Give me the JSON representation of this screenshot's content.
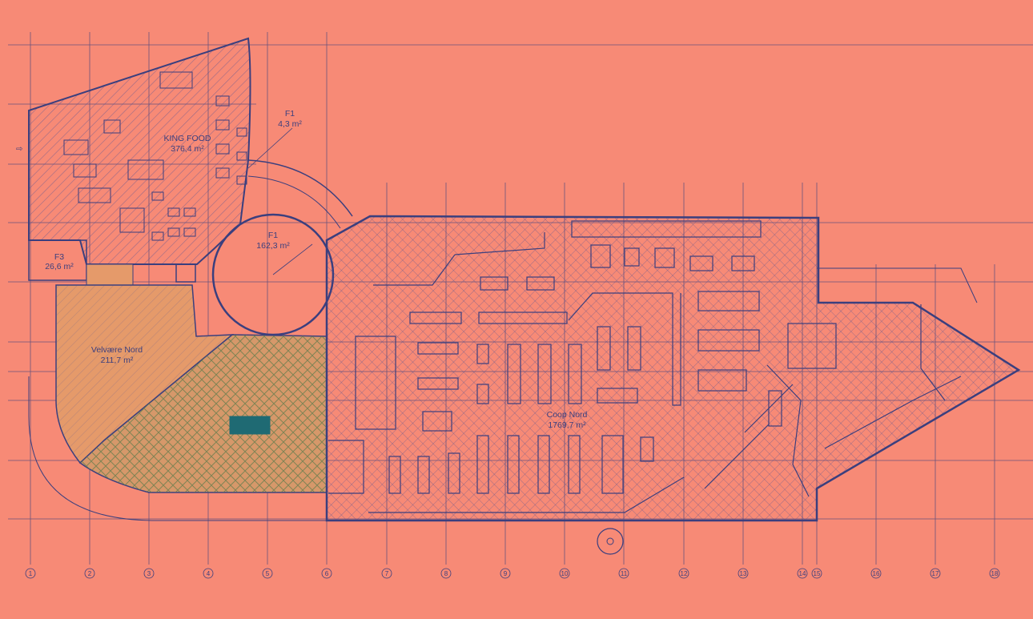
{
  "rooms": {
    "king_food": {
      "name": "KING FOOD",
      "area": "376,4 m²"
    },
    "f1_small": {
      "name": "F1",
      "area": "4,3 m²"
    },
    "f1_round": {
      "name": "F1",
      "area": "162,3 m²"
    },
    "f3": {
      "name": "F3",
      "area": "26,6 m²"
    },
    "velvaere": {
      "name": "Velvære Nord",
      "area": "211,7 m²"
    },
    "coop": {
      "name": "Coop Nord",
      "area": "1769,7 m²"
    }
  },
  "axes": [
    "1",
    "2",
    "3",
    "4",
    "5",
    "6",
    "7",
    "8",
    "9",
    "10",
    "11",
    "12",
    "13",
    "14",
    "15",
    "16",
    "17",
    "18"
  ],
  "colors": {
    "background": "#f78a76",
    "line": "#3b3f7e",
    "fill_orange": "#e59a6a",
    "fill_green_hatch": "#7a9a60",
    "fountain": "#1f6a73"
  }
}
